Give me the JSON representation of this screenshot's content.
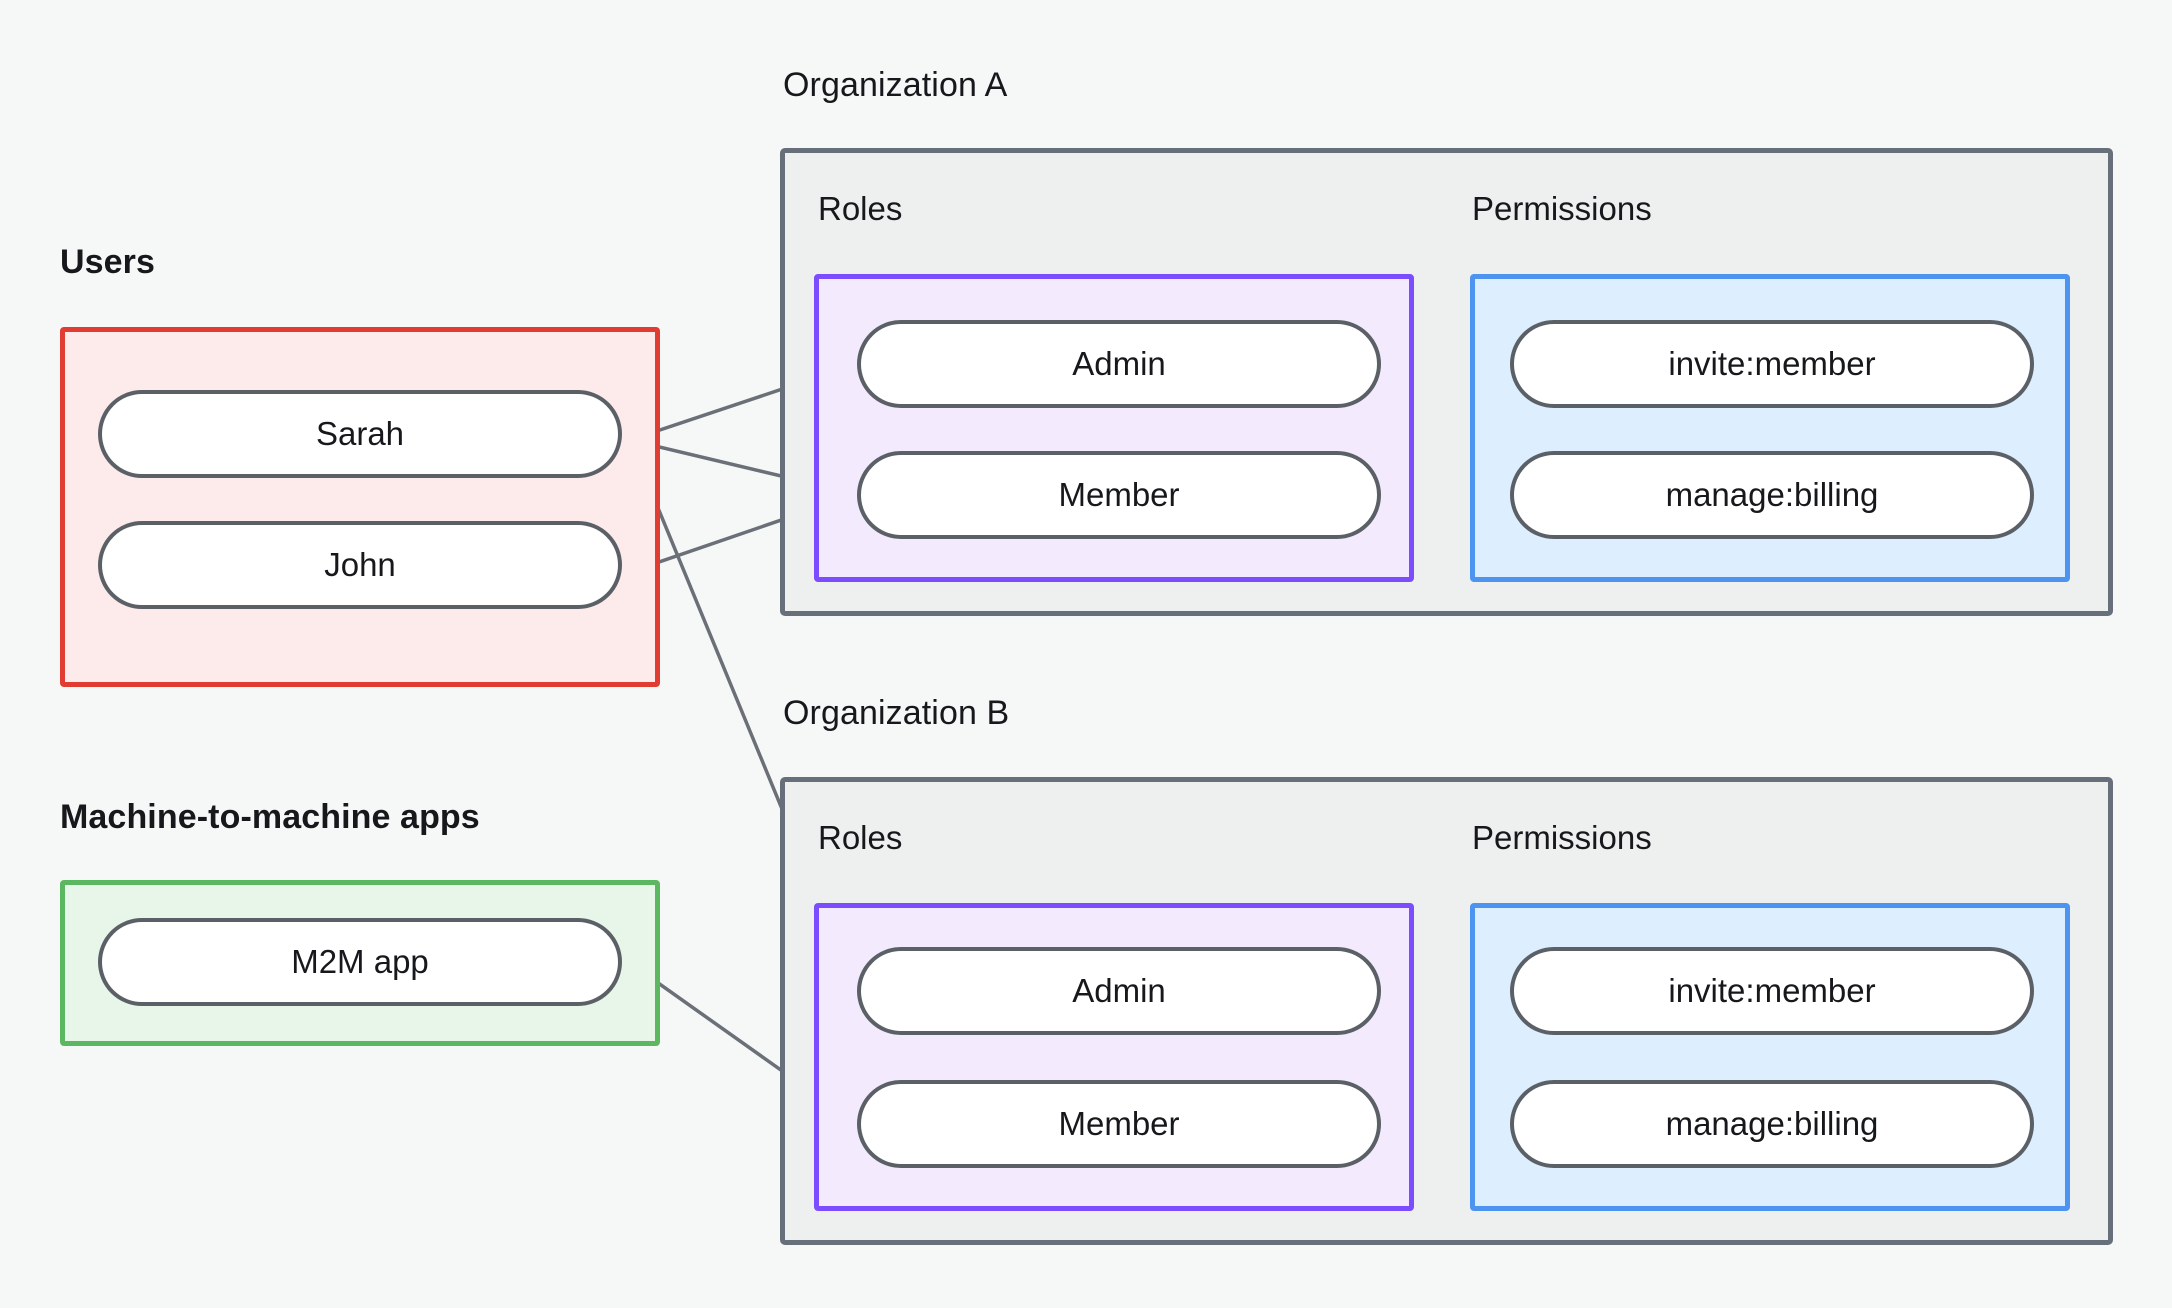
{
  "diagram": {
    "title_note": "RBAC organization roles and permissions diagram",
    "background_color": "#f6f8f7",
    "colors": {
      "users_border": "#e03c31",
      "users_fill": "#fdeaea",
      "m2m_border": "#5cb860",
      "m2m_fill": "#e7f6e9",
      "org_border": "#67707a",
      "org_fill": "#eef0ef",
      "roles_border": "#7c4dff",
      "roles_fill": "#f3ebfd",
      "permissions_border": "#4d94f0",
      "permissions_fill": "#ddeeff",
      "node_border": "#5a6066",
      "node_fill": "#ffffff",
      "edge": "#6b7078",
      "text": "#16181c"
    }
  },
  "groups": {
    "users": {
      "label": "Users",
      "members": [
        {
          "label": "Sarah"
        },
        {
          "label": "John"
        }
      ]
    },
    "m2m": {
      "label": "Machine-to-machine apps",
      "members": [
        {
          "label": "M2M app"
        }
      ]
    }
  },
  "organizations": [
    {
      "label": "Organization A",
      "roles_label": "Roles",
      "permissions_label": "Permissions",
      "roles": [
        {
          "label": "Admin"
        },
        {
          "label": "Member"
        }
      ],
      "permissions": [
        {
          "label": "invite:member"
        },
        {
          "label": "manage:billing"
        }
      ]
    },
    {
      "label": "Organization B",
      "roles_label": "Roles",
      "permissions_label": "Permissions",
      "roles": [
        {
          "label": "Admin"
        },
        {
          "label": "Member"
        }
      ],
      "permissions": [
        {
          "label": "invite:member"
        },
        {
          "label": "manage:billing"
        }
      ]
    }
  ],
  "edges": [
    {
      "from": "Sarah",
      "to": "Organization A / Admin"
    },
    {
      "from": "Sarah",
      "to": "Organization A / Member"
    },
    {
      "from": "Sarah",
      "to": "Organization B / Admin"
    },
    {
      "from": "John",
      "to": "Organization A / Member"
    },
    {
      "from": "M2M app",
      "to": "Organization B / Member"
    },
    {
      "from": "Organization A / Admin",
      "to": "Organization A / invite:member"
    },
    {
      "from": "Organization A / Admin",
      "to": "Organization A / manage:billing"
    },
    {
      "from": "Organization A / Member",
      "to": "Organization A / manage:billing"
    },
    {
      "from": "Organization B / Admin",
      "to": "Organization B / invite:member"
    },
    {
      "from": "Organization B / Admin",
      "to": "Organization B / manage:billing"
    },
    {
      "from": "Organization B / Member",
      "to": "Organization B / manage:billing"
    }
  ]
}
